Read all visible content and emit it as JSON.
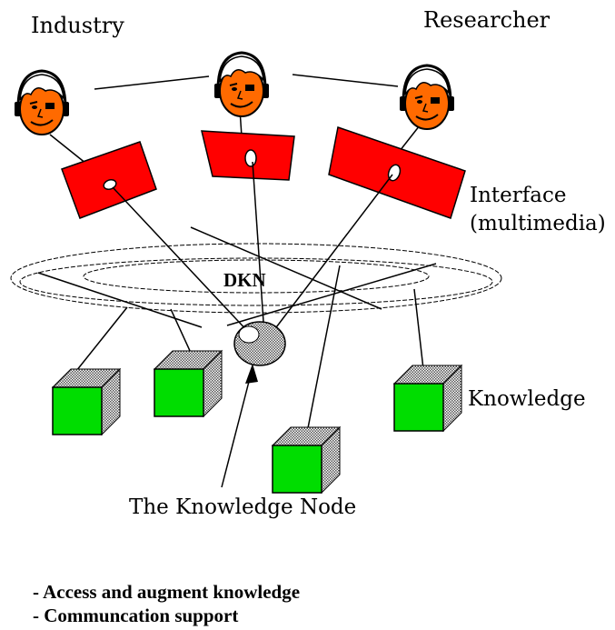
{
  "labels": {
    "industry": "Industry",
    "researcher": "Researcher",
    "interface_line1": "Interface",
    "interface_line2": "(multimedia)",
    "network": "DKN",
    "knowledge": "Knowledge",
    "knowledge_node": "The Knowledge Node"
  },
  "bullets": [
    "- Access and augment knowledge",
    "- Communcation support"
  ],
  "colors": {
    "face": "#ff6a00",
    "hair": "#ffffff",
    "interface_panel": "#ff0000",
    "knowledge_cube_front": "#00dd00",
    "knowledge_cube_side": "#999999",
    "node": "#888888",
    "line": "#000000"
  }
}
